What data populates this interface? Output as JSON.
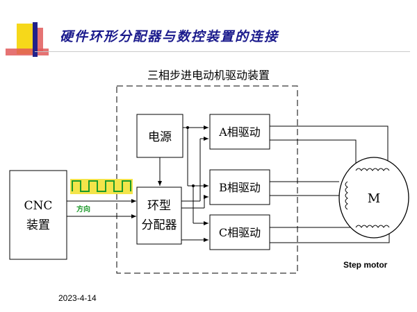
{
  "slide": {
    "title": "硬件环形分配器与数控装置的连接",
    "date": "2023-4-14"
  },
  "diagram": {
    "driver_group_label": "三相步进电动机驱动装置",
    "cnc_line1": "CNC",
    "cnc_line2": "装置",
    "pulse_label": "",
    "direction_label": "方向",
    "power_label": "电源",
    "distributor_line1": "环型",
    "distributor_line2": "分配器",
    "phase_a": "A相驱动",
    "phase_b": "B相驱动",
    "phase_c": "C相驱动",
    "motor_label": "M",
    "step_motor_label": "Step motor"
  },
  "colors": {
    "title": "#1a1a8c",
    "corner_yellow": "#f6d81a",
    "corner_blue": "#22228a",
    "corner_red": "#e05a5a",
    "pulse_yellow": "#f3e44a",
    "pulse_green": "#1c9a2a",
    "direction_green": "#1c9a2a"
  }
}
